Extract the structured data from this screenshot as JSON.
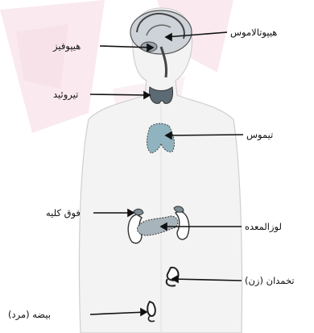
{
  "diagram": {
    "labels": {
      "hypothalamus": "هیپوتالاموس",
      "pituitary": "هیپوفیز",
      "thyroid": "تیروئید",
      "thymus": "تیموس",
      "adrenal": "فوق کلیه",
      "pancreas": "لوزالمعده",
      "ovary": "تخمدان (زن)",
      "testis": "بیضه (مرد)"
    }
  }
}
